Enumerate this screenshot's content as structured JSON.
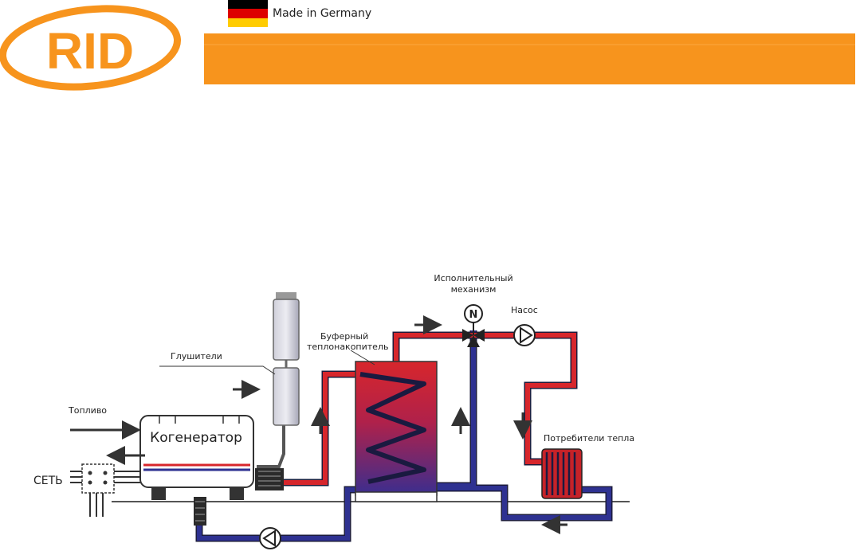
{
  "header": {
    "logo_text": "RID",
    "made_in": "Made in Germany",
    "flag_colors": [
      "#000000",
      "#dd0000",
      "#ffcc00"
    ],
    "accent_color": "#f7941d"
  },
  "diagram": {
    "labels": {
      "actuator_line1": "Исполнительный",
      "actuator_line2": "механизм",
      "actuator_symbol": "N",
      "pump": "Насос",
      "buffer_line1": "Буферный",
      "buffer_line2": "теплонакопитель",
      "mufflers": "Глушители",
      "fuel": "Топливо",
      "cogenerator": "Когенератор",
      "grid": "СЕТЬ",
      "consumers": "Потребители тепла"
    },
    "colors": {
      "hot": "#d7262c",
      "cold": "#2e3191",
      "steel": "#bfbfcc",
      "arrow": "#333333"
    }
  }
}
